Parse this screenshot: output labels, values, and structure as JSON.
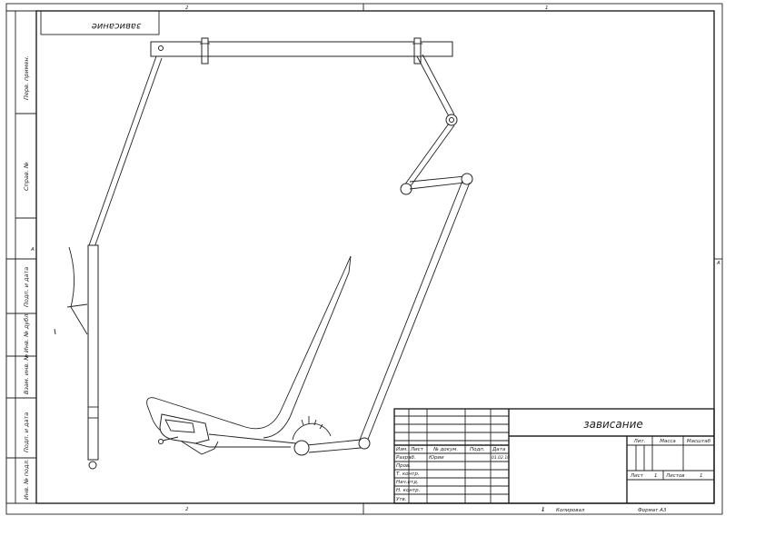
{
  "stamp_top": "зависание",
  "zone_top": {
    "left": "2",
    "right": "1"
  },
  "zone_bottom": {
    "left": "2",
    "right": "1"
  },
  "zone_side": {
    "left": "A",
    "right": "A"
  },
  "side_strip": {
    "perv_primen": "Перв. примен.",
    "sprav_no": "Справ. №",
    "podp_data_1": "Подп. и дата",
    "inv_dubl": "Инв. № дубл.",
    "vzam_inv": "Взам. инв. №",
    "podp_data_2": "Подп. и дата",
    "inv_podl": "Инв. № подл."
  },
  "title_block": {
    "title": "зависание",
    "lit": "Лит.",
    "massa": "Масса",
    "masshtab": "Масштаб",
    "izm": "Изм.",
    "list": "Лист",
    "no_dokum": "№ докум.",
    "podp": "Подп.",
    "data": "Дата",
    "razrab": "Разраб.",
    "razrab_name": "Юрии",
    "razrab_date": "01.02.10",
    "prov": "Пров.",
    "t_kontr": "Т. контр.",
    "nach_otd": "Нач.отд.",
    "n_kontr": "Н. контр.",
    "utv": "Утв.",
    "sheet_label": "Лист",
    "sheet_value": "1",
    "sheets_label": "Листов",
    "sheets_value": "1"
  },
  "footer": {
    "sheet_no": "1",
    "copied": "Копировал",
    "format": "Формат А3"
  }
}
